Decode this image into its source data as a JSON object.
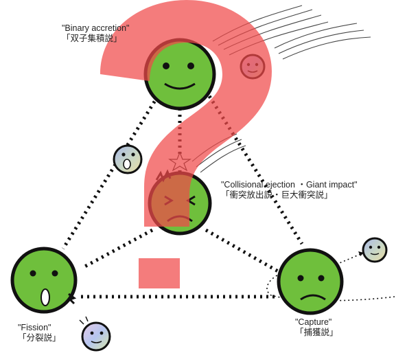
{
  "labels": {
    "binary_accretion": {
      "en": "\"Binary accretion\"",
      "ja": "「双子集積説」"
    },
    "collisional_ejection": {
      "en": "\"Collisional ejection ・Giant impact\"",
      "ja": "「衝突放出説・巨大衝突説」"
    },
    "fission": {
      "en": "\"Fission\"",
      "ja": "「分裂説」"
    },
    "capture": {
      "en": "\"Capture\"",
      "ja": "「捕獲説」"
    }
  },
  "overlay": {
    "symbol": "question-mark",
    "color": "#f04a4a"
  },
  "colors": {
    "earth_face": "#6fbf3c",
    "outline": "#111111",
    "moon_face_start": "#a9b8e8",
    "moon_face_end": "#e8d9a8"
  }
}
